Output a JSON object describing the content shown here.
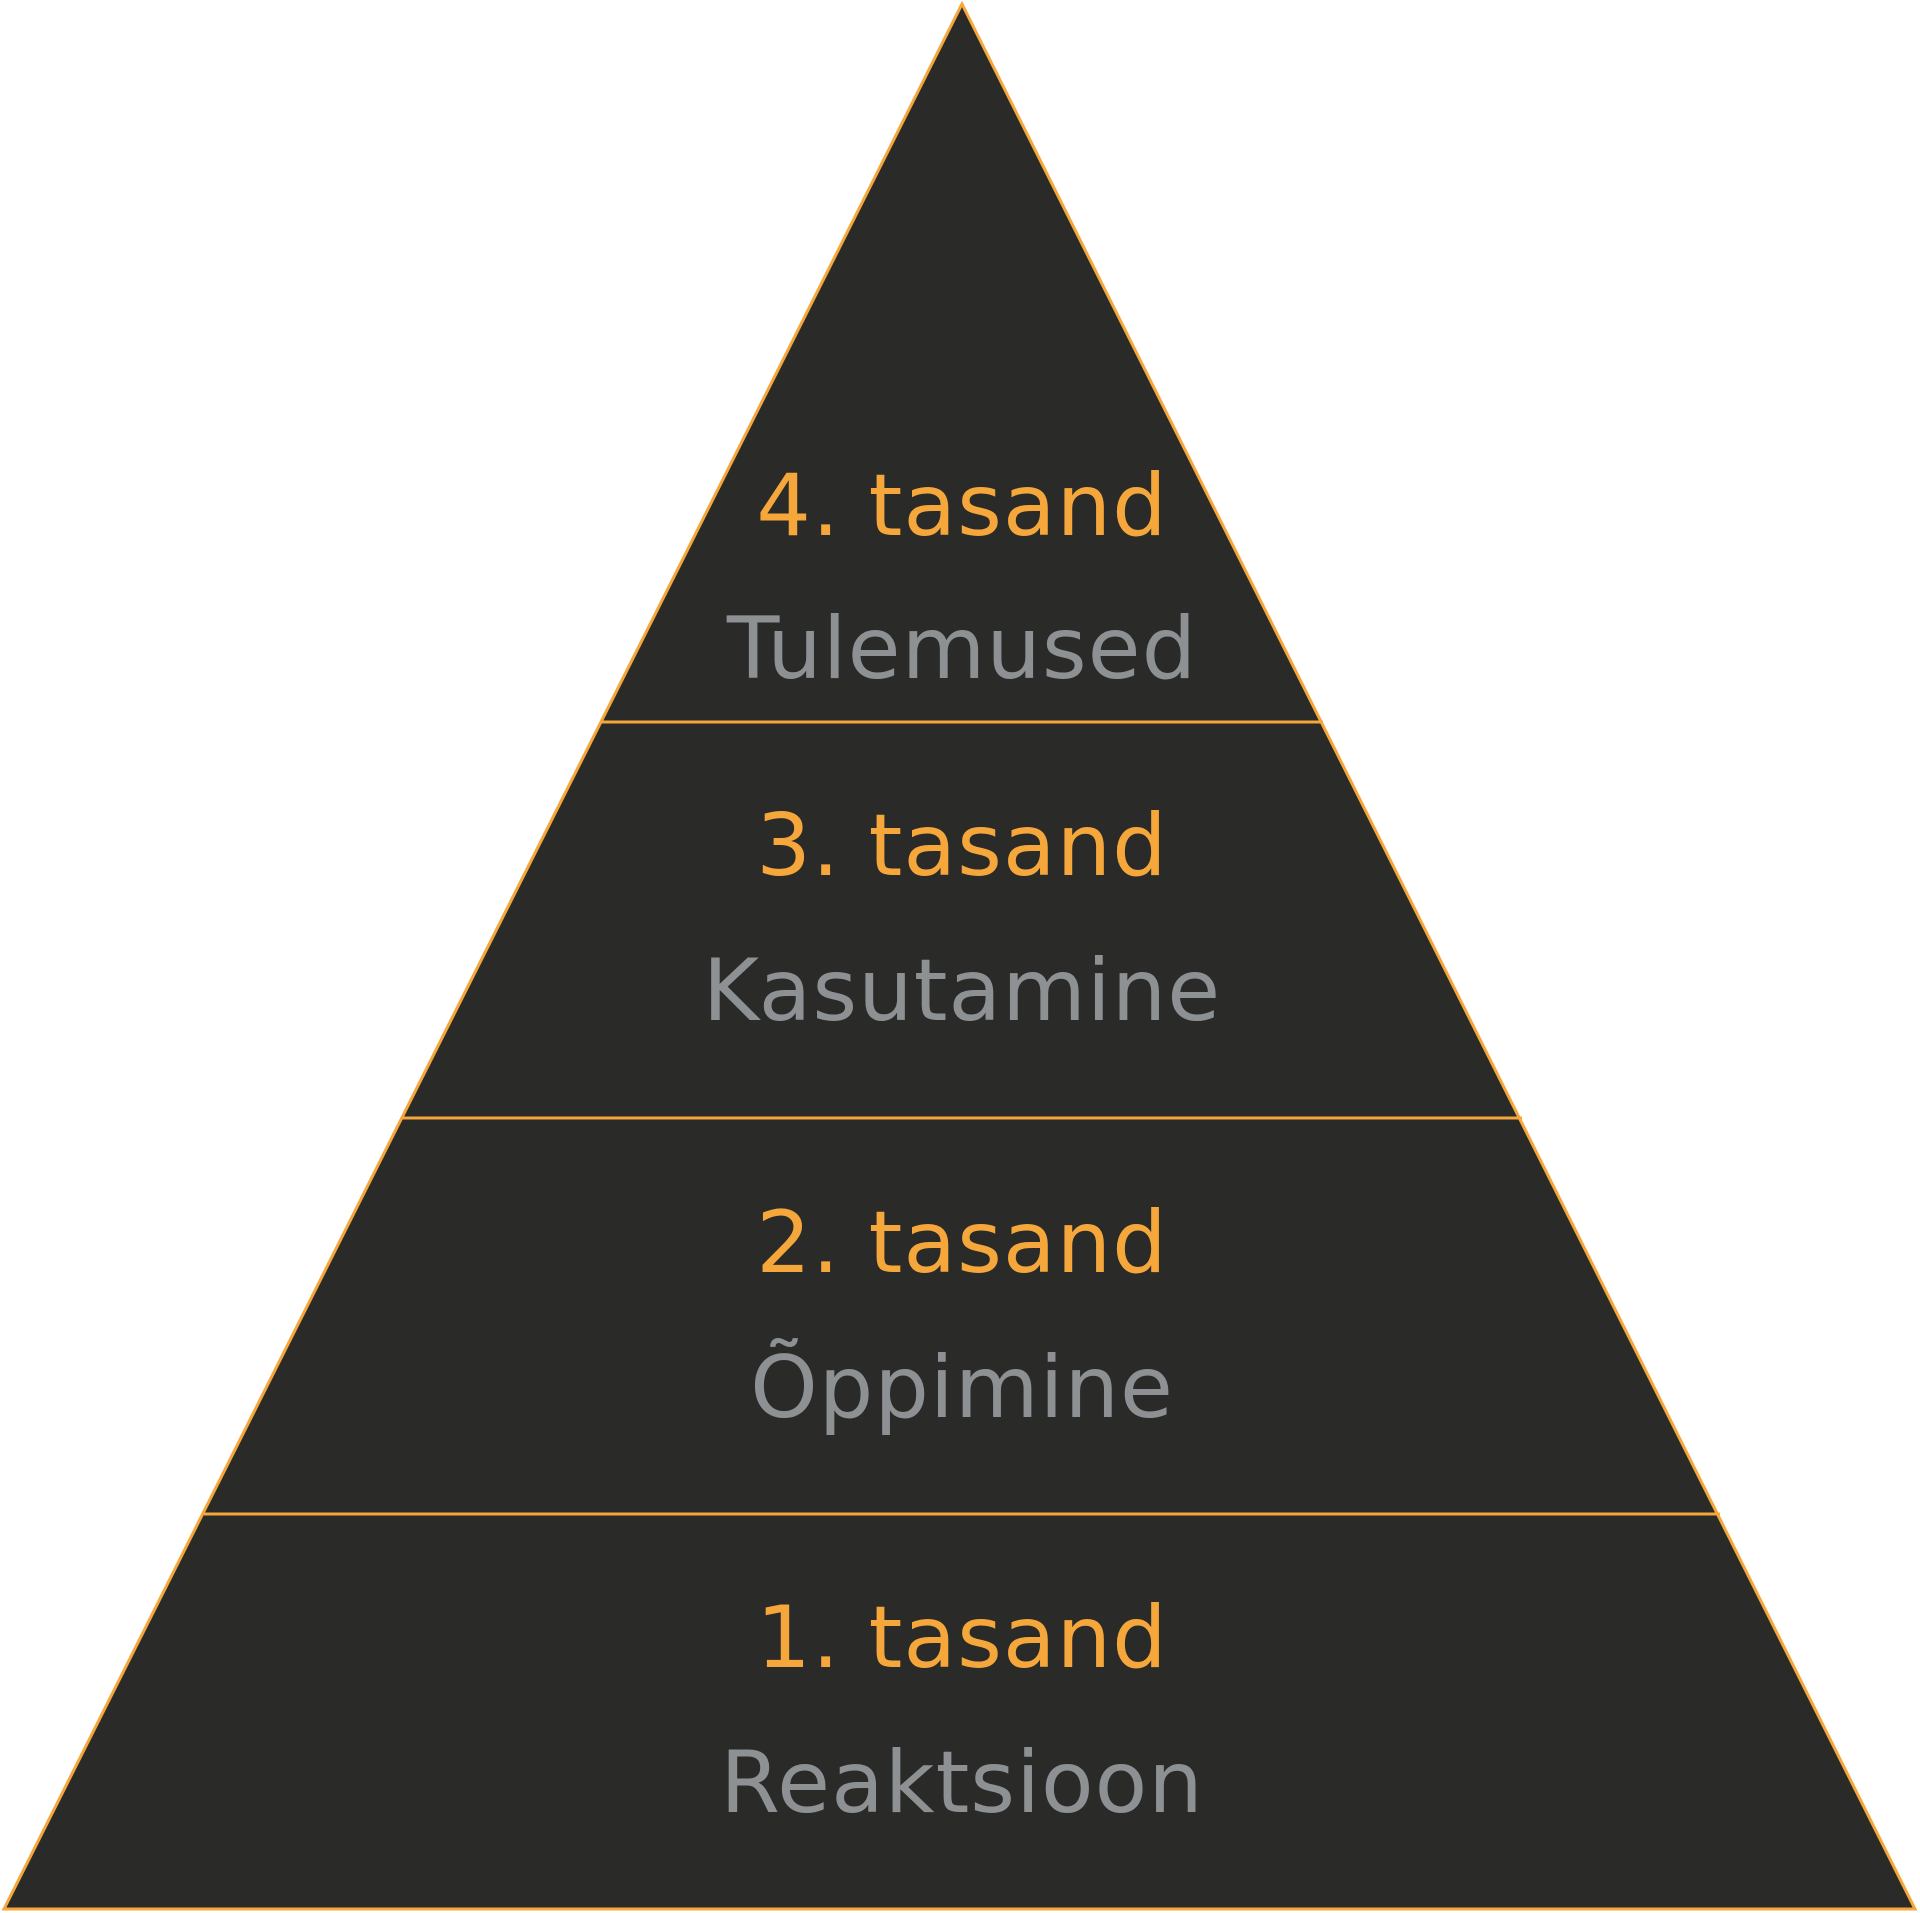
{
  "colors": {
    "fill": "#2a2a28",
    "stroke": "#f5a73b",
    "title": "#f5a73b",
    "label": "#8e9194",
    "background": "#ffffff"
  },
  "levels": [
    {
      "title": "4. tasand",
      "label": "Tulemused"
    },
    {
      "title": "3. tasand",
      "label": "Kasutamine"
    },
    {
      "title": "2. tasand",
      "label": "Õppimine"
    },
    {
      "title": "1. tasand",
      "label": "Reaktsioon"
    }
  ]
}
